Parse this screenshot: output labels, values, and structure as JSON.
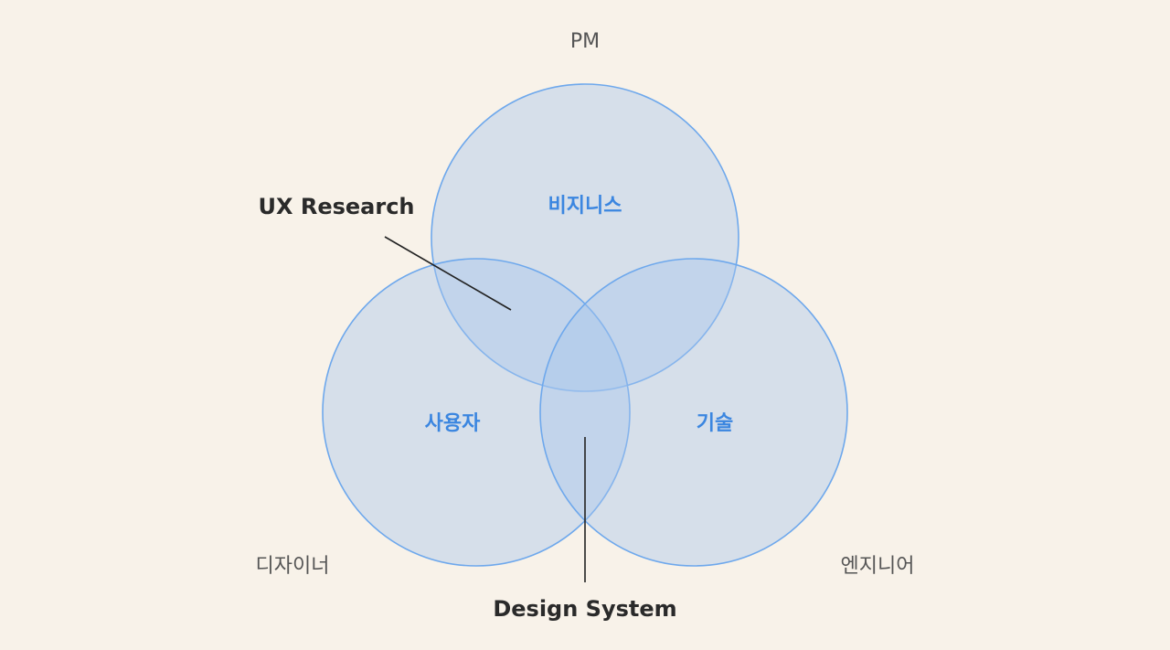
{
  "roles": {
    "top": "PM",
    "bottom_left": "디자이너",
    "bottom_right": "엔지니어"
  },
  "circles": {
    "top": "비지니스",
    "left": "사용자",
    "right": "기술"
  },
  "callouts": {
    "ux_research": "UX Research",
    "design_system": "Design System"
  },
  "colors": {
    "background": "#f8f2e9",
    "circle_fill": "#a6c6ec",
    "circle_stroke": "#6ea8ec",
    "circle_label": "#3b86e0",
    "callout_line": "#222222",
    "role_text": "#555555",
    "callout_text": "#2a2a2a"
  }
}
